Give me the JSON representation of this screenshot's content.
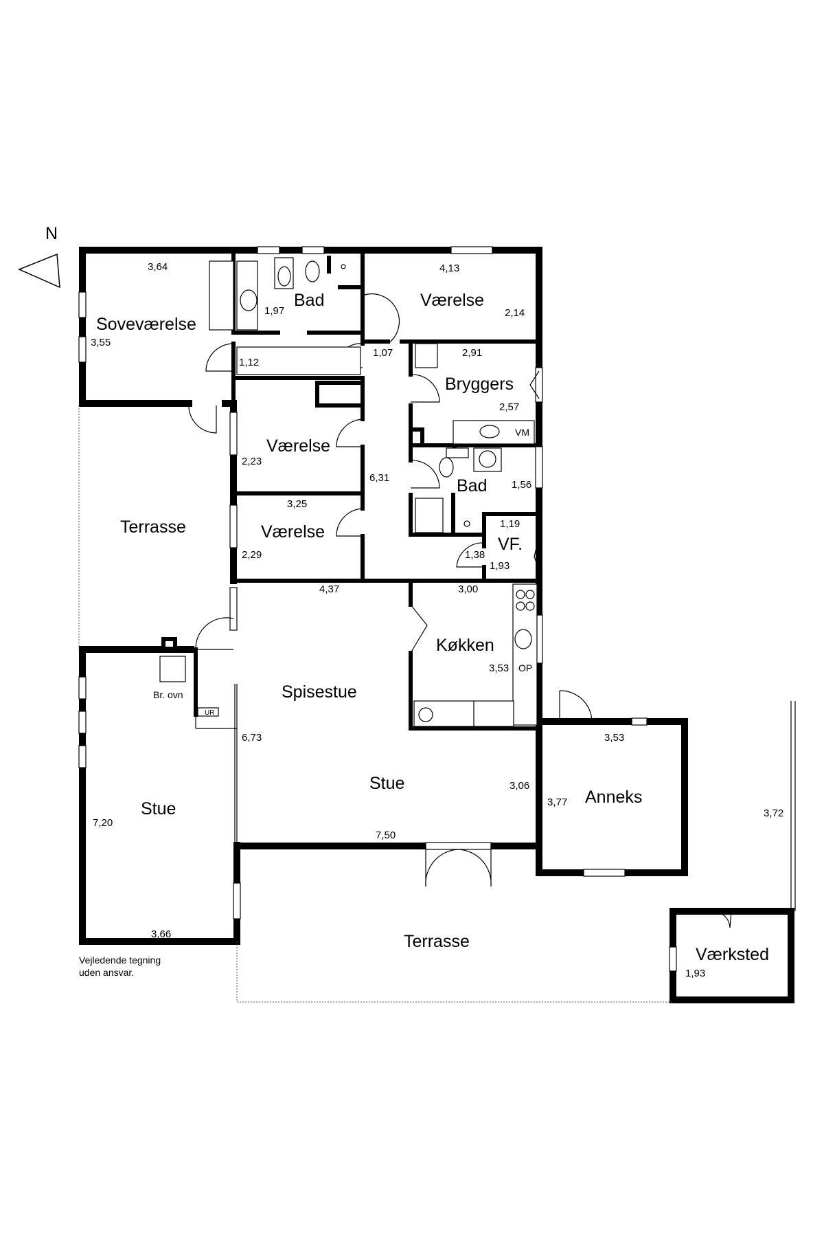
{
  "compass": {
    "label": "N"
  },
  "rooms": {
    "sovevaerelse": "Soveværelse",
    "bad_top": "Bad",
    "vaerelse_top": "Værelse",
    "bryggers": "Bryggers",
    "vaerelse_mid": "Værelse",
    "bad_mid": "Bad",
    "vaerelse_low": "Værelse",
    "vf": "VF.",
    "terrasse_left": "Terrasse",
    "koekken": "Køkken",
    "spisestue": "Spisestue",
    "stue_left": "Stue",
    "stue_center": "Stue",
    "anneks": "Anneks",
    "terrasse_bottom": "Terrasse",
    "vaerksted": "Værksted"
  },
  "labels": {
    "br_ovn": "Br. ovn",
    "vm": "VM",
    "op": "OP",
    "ur": "UR",
    "disclaimer_line1": "Vejledende tegning",
    "disclaimer_line2": "uden ansvar."
  },
  "dimensions": {
    "d_364": "3,64",
    "d_355": "3,55",
    "d_197": "1,97",
    "d_413": "4,13",
    "d_214": "2,14",
    "d_112": "1,12",
    "d_107": "1,07",
    "d_291": "2,91",
    "d_257": "2,57",
    "d_223": "2,23",
    "d_631": "6,31",
    "d_156": "1,56",
    "d_325": "3,25",
    "d_119": "1,19",
    "d_229": "2,29",
    "d_138": "1,38",
    "d_193a": "1,93",
    "d_437": "4,37",
    "d_300": "3,00",
    "d_353a": "3,53",
    "d_673": "6,73",
    "d_353b": "3,53",
    "d_720": "7,20",
    "d_306": "3,06",
    "d_377": "3,77",
    "d_372": "3,72",
    "d_750": "7,50",
    "d_366": "3,66",
    "d_193b": "1,93"
  }
}
